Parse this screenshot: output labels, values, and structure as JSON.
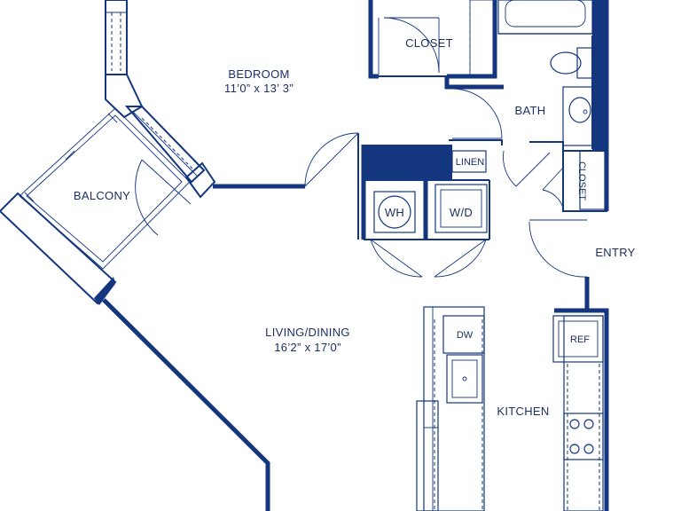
{
  "rooms": {
    "bedroom": {
      "name": "BEDROOM",
      "size": "11’0” x 13’ 3”"
    },
    "living": {
      "name": "LIVING/DINING",
      "size": "16’2” x 17’0”"
    },
    "balcony": {
      "name": "BALCONY"
    },
    "closet_main": {
      "name": "CLOSET"
    },
    "bath": {
      "name": "BATH"
    },
    "closet_entry": {
      "name": "CLOSET"
    },
    "entry": {
      "name": "ENTRY"
    },
    "kitchen": {
      "name": "KITCHEN"
    }
  },
  "fixtures": {
    "linen": "LINEN",
    "water_heater": "WH",
    "washer_dryer": "W/D",
    "dishwasher": "DW",
    "refrigerator": "REF"
  },
  "colors": {
    "wall": "#13367e",
    "text": "#1b2f63",
    "background": "#ffffff"
  }
}
